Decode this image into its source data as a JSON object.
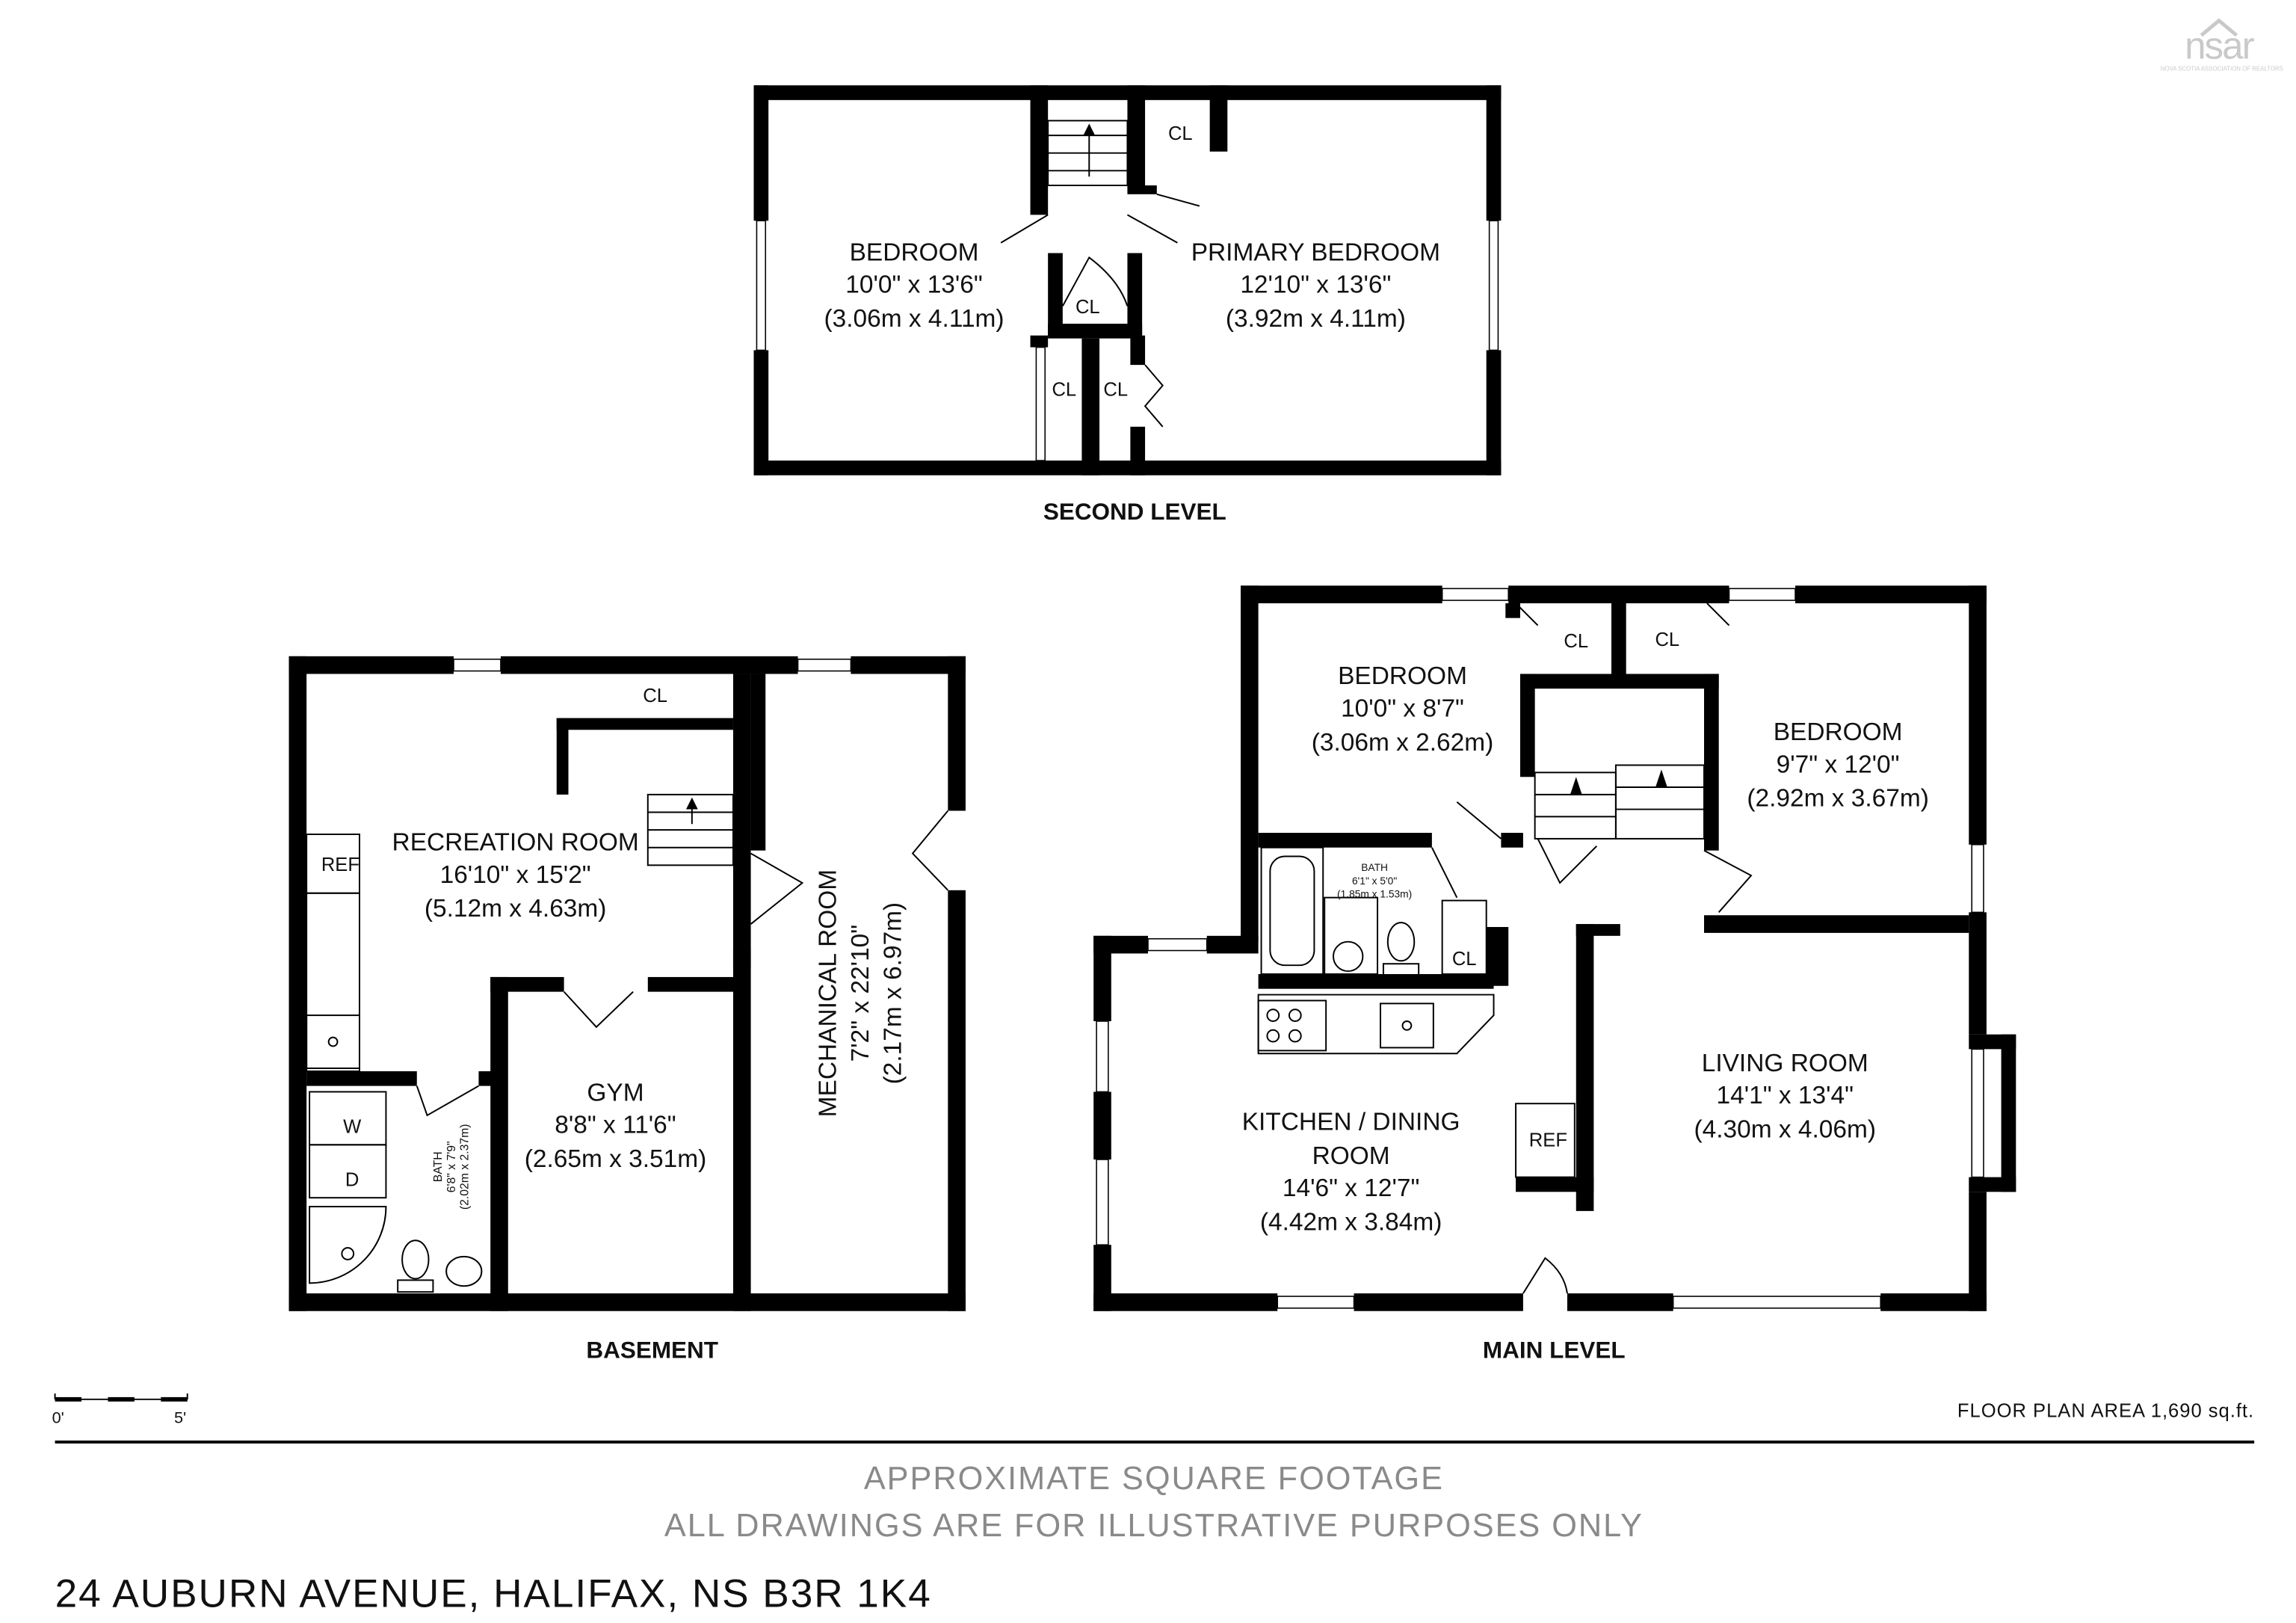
{
  "logo": {
    "text": "nsar",
    "tagline": "NOVA SCOTIA ASSOCIATION OF REALTORS"
  },
  "second_level": {
    "title": "SECOND LEVEL",
    "rooms": [
      {
        "name": "BEDROOM",
        "imperial": "10'0\" x 13'6\"",
        "metric": "(3.06m x 4.11m)"
      },
      {
        "name": "PRIMARY BEDROOM",
        "imperial": "12'10\" x 13'6\"",
        "metric": "(3.92m x 4.11m)"
      }
    ],
    "closets": [
      "CL",
      "CL",
      "CL",
      "CL"
    ]
  },
  "basement": {
    "title": "BASEMENT",
    "rooms": [
      {
        "name": "RECREATION ROOM",
        "imperial": "16'10\" x 15'2\"",
        "metric": "(5.12m x 4.63m)"
      },
      {
        "name": "GYM",
        "imperial": "8'8\" x 11'6\"",
        "metric": "(2.65m x 3.51m)"
      },
      {
        "name": "MECHANICAL ROOM",
        "imperial": "7'2\" x 22'10\"",
        "metric": "(2.17m x 6.97m)"
      },
      {
        "name": "BATH",
        "imperial": "6'8\" x 7'9\"",
        "metric": "(2.02m x 2.37m)"
      }
    ],
    "fixtures": {
      "closet": "CL",
      "ref": "REF",
      "washer": "W",
      "dryer": "D"
    }
  },
  "main_level": {
    "title": "MAIN LEVEL",
    "rooms": [
      {
        "name": "BEDROOM",
        "imperial": "10'0\" x 8'7\"",
        "metric": "(3.06m x 2.62m)"
      },
      {
        "name": "BEDROOM",
        "imperial": "9'7\" x 12'0\"",
        "metric": "(2.92m x 3.67m)"
      },
      {
        "name": "BATH",
        "imperial": "6'1\" x 5'0\"",
        "metric": "(1.85m x 1.53m)"
      },
      {
        "name": "KITCHEN / DINING",
        "name2": "ROOM",
        "imperial": "14'6\" x 12'7\"",
        "metric": "(4.42m x 3.84m)"
      },
      {
        "name": "LIVING ROOM",
        "imperial": "14'1\" x 13'4\"",
        "metric": "(4.30m x 4.06m)"
      }
    ],
    "closets": [
      "CL",
      "CL",
      "CL"
    ],
    "ref": "REF"
  },
  "scale": {
    "start": "0'",
    "end": "5'"
  },
  "floor_plan_area": "FLOOR PLAN AREA 1,690 sq.ft.",
  "disclaimer": [
    "APPROXIMATE SQUARE FOOTAGE",
    "ALL DRAWINGS ARE FOR ILLUSTRATIVE PURPOSES ONLY"
  ],
  "address": "24 AUBURN AVENUE, HALIFAX, NS B3R 1K4"
}
